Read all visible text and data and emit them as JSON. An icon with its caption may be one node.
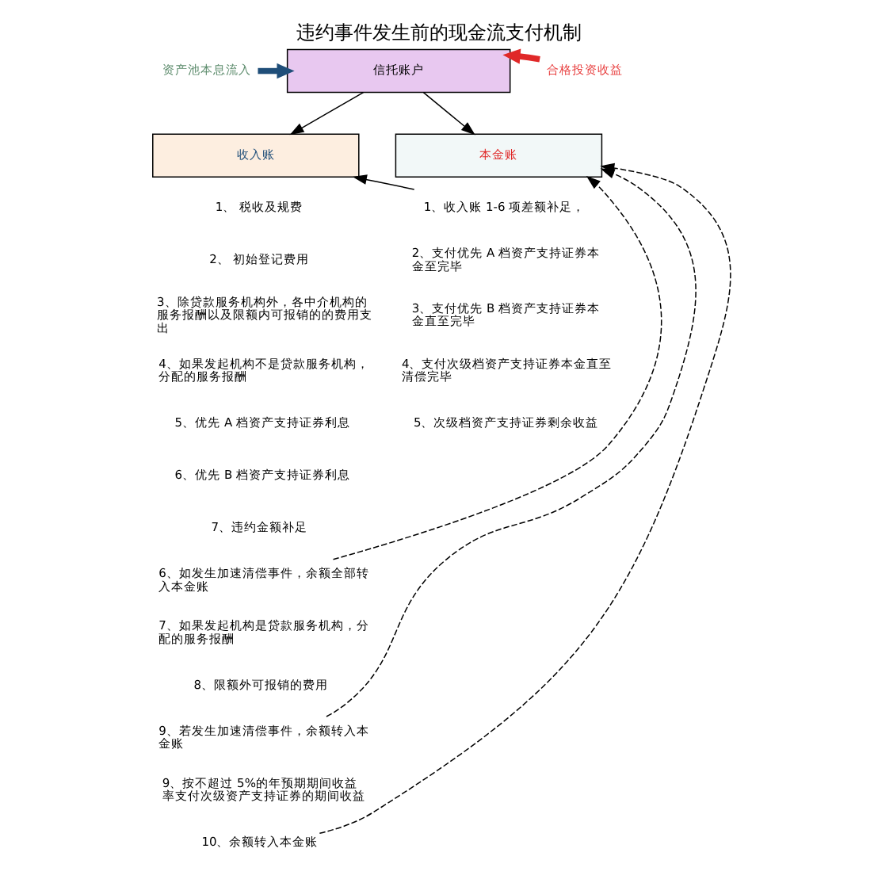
{
  "diagram": {
    "title": "违约事件发生前的现金流支付机制",
    "nodes": [
      {
        "text": [
          "资产池本息流入"
        ]
      },
      {
        "text": [
          "信托账户"
        ]
      },
      {
        "text": [
          "合格投资收益"
        ]
      },
      {
        "text": [
          "收入账"
        ]
      },
      {
        "text": [
          "本金账"
        ]
      },
      {
        "text": [
          "1、收入账 1-6 项差额补足，"
        ]
      },
      {
        "text": [
          "6、如发生加速清偿事件，余额全部转入本金账"
        ]
      },
      {
        "text": [
          "9、若发生加速清偿事件，余额转入本金账"
        ]
      },
      {
        "text": [
          "10、余额转入本金账"
        ]
      }
    ],
    "edges": [
      {
        "from": 0,
        "to": 1,
        "arrow": "to",
        "style": "thick",
        "color": "#1f4e79"
      },
      {
        "from": 2,
        "to": 1,
        "arrow": "to",
        "style": "thick",
        "color": "#e02828"
      },
      {
        "from": 1,
        "to": 3,
        "arrow": "to"
      },
      {
        "from": 1,
        "to": 4,
        "arrow": "to"
      },
      {
        "from": 5,
        "to": 3,
        "arrow": "to"
      },
      {
        "from": 6,
        "to": 4,
        "arrow": "to",
        "style": "dashed"
      },
      {
        "from": 7,
        "to": 4,
        "arrow": "to",
        "style": "dashed"
      },
      {
        "from": 8,
        "to": 4,
        "arrow": "to",
        "style": "dashed"
      }
    ],
    "labels": [
      "1、 税收及规费",
      "2、 初始登记费用",
      "3、除贷款服务机构外，各中介机构的服务报酬以及限额内可报销的的费用支出",
      "4、如果发起机构不是贷款服务机构，分配的服务报酬",
      "5、优先 A 档资产支持证券利息",
      "6、优先 B 档资产支持证券利息",
      "7、违约金额补足",
      "7、如果发起机构是贷款服务机构，分配的服务报酬",
      "8、限额外可报销的费用",
      "9、按不超过 5%的年预期期间收益率支付次级资产支持证券的期间收益",
      "2、支付优先 A 档资产支持证券本金至完毕",
      "3、支付优先 B 档资产支持证券本金直至完毕",
      "4、支付次级档资产支持证券本金直至清偿完毕",
      "5、次级档资产支持证券剩余收益"
    ]
  }
}
